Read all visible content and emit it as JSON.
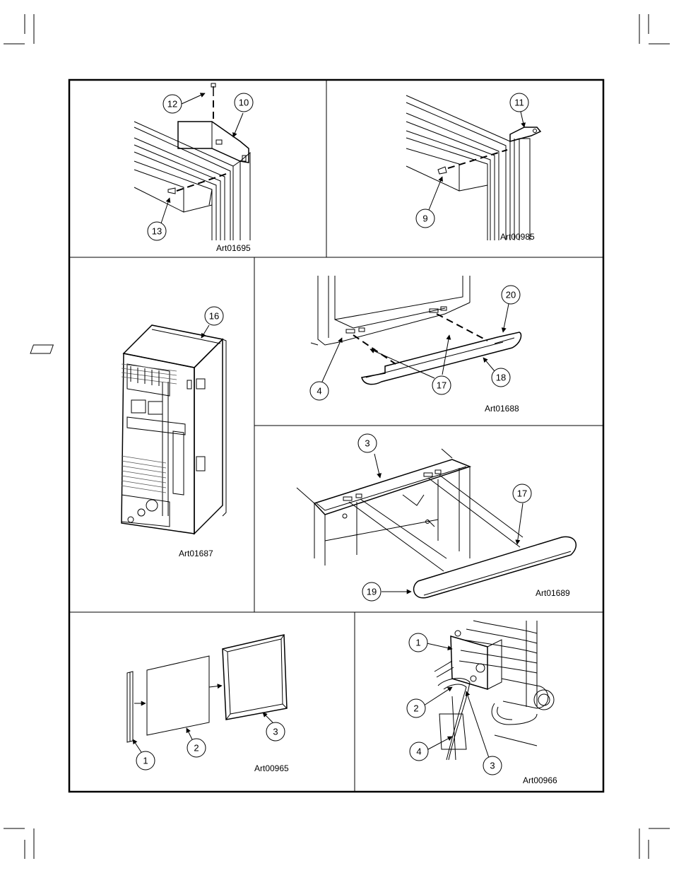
{
  "panels": [
    {
      "id": "p1",
      "art": "Art01695",
      "callouts": [
        "12",
        "10",
        "13"
      ]
    },
    {
      "id": "p2",
      "art": "Art00985",
      "callouts": [
        "11",
        "9"
      ]
    },
    {
      "id": "p3",
      "art": "Art01687",
      "callouts": [
        "16"
      ]
    },
    {
      "id": "p4",
      "art": "Art01688",
      "callouts": [
        "20",
        "4",
        "17",
        "18"
      ]
    },
    {
      "id": "p5",
      "art": "Art01689",
      "callouts": [
        "3",
        "17",
        "19"
      ]
    },
    {
      "id": "p6",
      "art": "Art00965",
      "callouts": [
        "1",
        "2",
        "3"
      ]
    },
    {
      "id": "p7",
      "art": "Art00966",
      "callouts": [
        "1",
        "2",
        "4",
        "3"
      ]
    }
  ]
}
